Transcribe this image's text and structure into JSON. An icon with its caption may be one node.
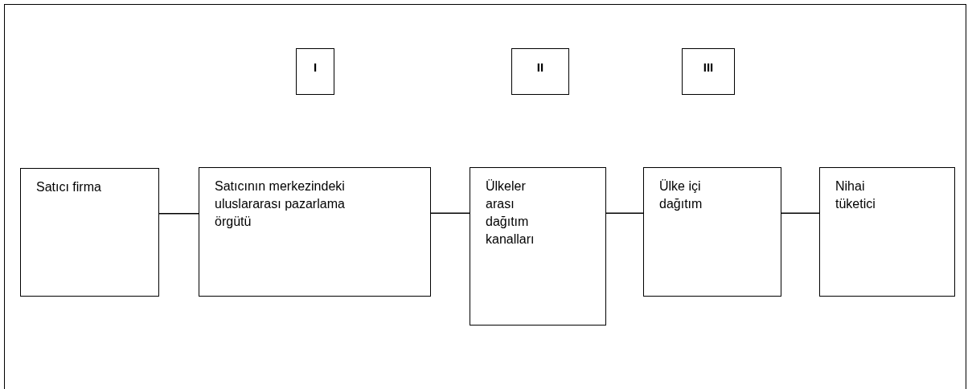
{
  "diagram": {
    "nodes": [
      {
        "text": [
          "I"
        ]
      },
      {
        "text": [
          "II"
        ]
      },
      {
        "text": [
          "III"
        ]
      },
      {
        "text": [
          "Satıcı firma"
        ]
      },
      {
        "text": [
          "Satıcının merkezindeki uluslararası pazarlama örgütü"
        ]
      },
      {
        "text": [
          "Ülkeler arası dağıtım kanalları"
        ]
      },
      {
        "text": [
          "Ülke içi dağıtım"
        ]
      },
      {
        "text": [
          "Nihai tüketici"
        ]
      }
    ],
    "edges": [
      {
        "from": 3,
        "to": 4,
        "arrow": "none"
      },
      {
        "from": 4,
        "to": 5,
        "arrow": "none"
      },
      {
        "from": 5,
        "to": 6,
        "arrow": "none"
      },
      {
        "from": 6,
        "to": 7,
        "arrow": "none"
      }
    ]
  }
}
